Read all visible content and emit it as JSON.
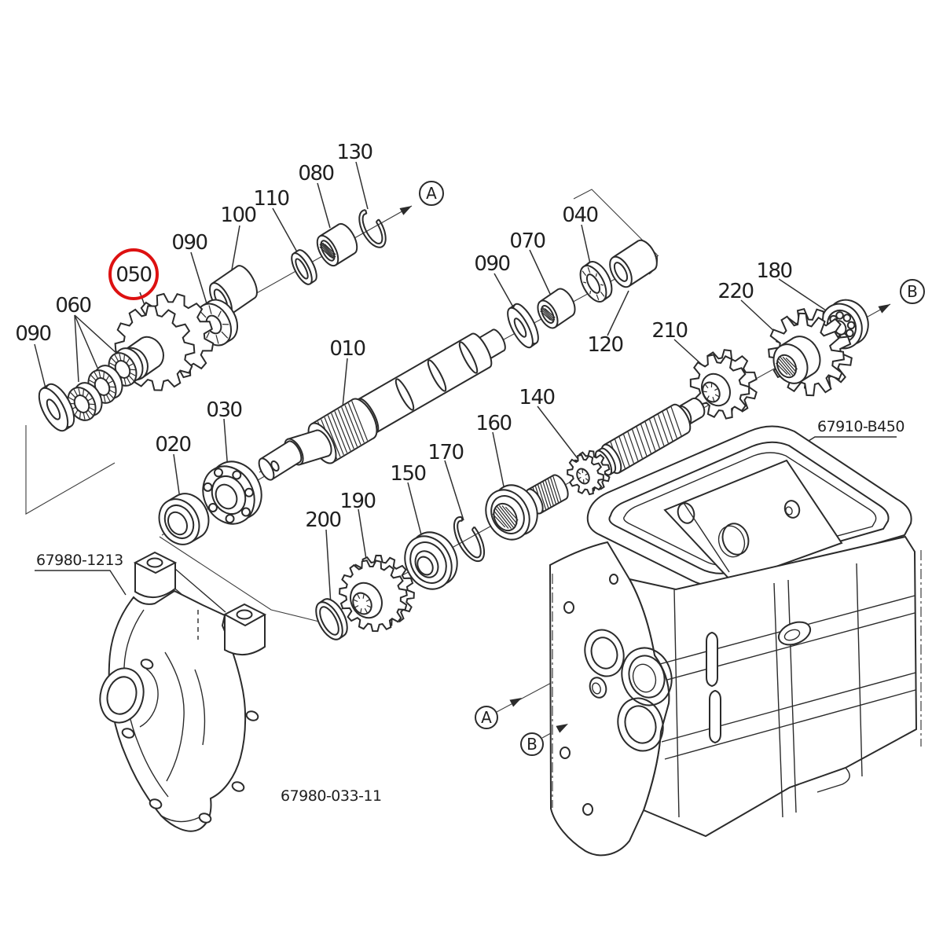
{
  "diagram": {
    "kind": "exploded-parts-diagram",
    "subject": "transmission gear shaft assembly",
    "background": "#ffffff",
    "line_color": "#2b2b2b",
    "highlight": {
      "circled_callout": "050",
      "color": "#dd1111"
    }
  },
  "callouts": [
    {
      "key": "090-left",
      "label": "090"
    },
    {
      "key": "060",
      "label": "060"
    },
    {
      "key": "050",
      "label": "050"
    },
    {
      "key": "090-upper",
      "label": "090"
    },
    {
      "key": "100",
      "label": "100"
    },
    {
      "key": "110",
      "label": "110"
    },
    {
      "key": "080",
      "label": "080"
    },
    {
      "key": "130",
      "label": "130"
    },
    {
      "key": "020",
      "label": "020"
    },
    {
      "key": "030",
      "label": "030"
    },
    {
      "key": "010",
      "label": "010"
    },
    {
      "key": "090-middle",
      "label": "090"
    },
    {
      "key": "070",
      "label": "070"
    },
    {
      "key": "040",
      "label": "040"
    },
    {
      "key": "120",
      "label": "120"
    },
    {
      "key": "200",
      "label": "200"
    },
    {
      "key": "190",
      "label": "190"
    },
    {
      "key": "150",
      "label": "150"
    },
    {
      "key": "170",
      "label": "170"
    },
    {
      "key": "160",
      "label": "160"
    },
    {
      "key": "140",
      "label": "140"
    },
    {
      "key": "210",
      "label": "210"
    },
    {
      "key": "220",
      "label": "220"
    },
    {
      "key": "180",
      "label": "180"
    }
  ],
  "ref_markers": [
    {
      "key": "a-shaft-end",
      "label": "A"
    },
    {
      "key": "b-shaft-end",
      "label": "B"
    },
    {
      "key": "a-case-bore",
      "label": "A"
    },
    {
      "key": "b-case-bore",
      "label": "B"
    }
  ],
  "part_codes": [
    {
      "key": "gearcase-cover",
      "label": "67980-1213"
    },
    {
      "key": "transmission-case",
      "label": "67910-B450"
    },
    {
      "key": "sheet-number",
      "label": "67980-033-11"
    }
  ]
}
